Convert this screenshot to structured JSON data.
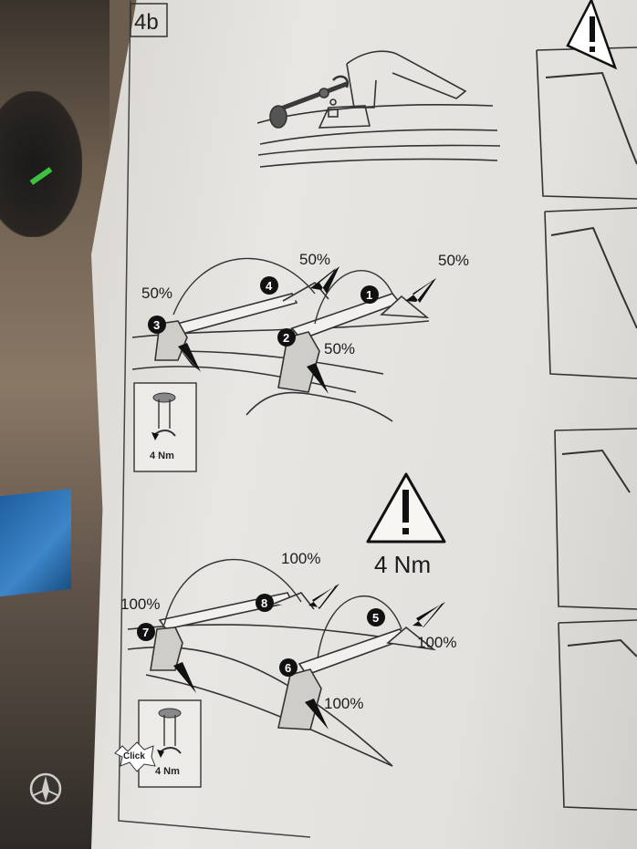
{
  "panel": {
    "label": "4b"
  },
  "warning": {
    "torque_label": "4 Nm"
  },
  "step_top": {
    "markers": [
      "1",
      "2",
      "3",
      "4"
    ],
    "percent_labels": [
      "50%",
      "50%",
      "50%",
      "50%"
    ],
    "inset_torque": "4 Nm"
  },
  "step_bottom": {
    "markers": [
      "5",
      "6",
      "7",
      "8"
    ],
    "percent_labels": [
      "100%",
      "100%",
      "100%",
      "100%"
    ],
    "inset_torque": "4 Nm",
    "inset_click": "Click"
  }
}
